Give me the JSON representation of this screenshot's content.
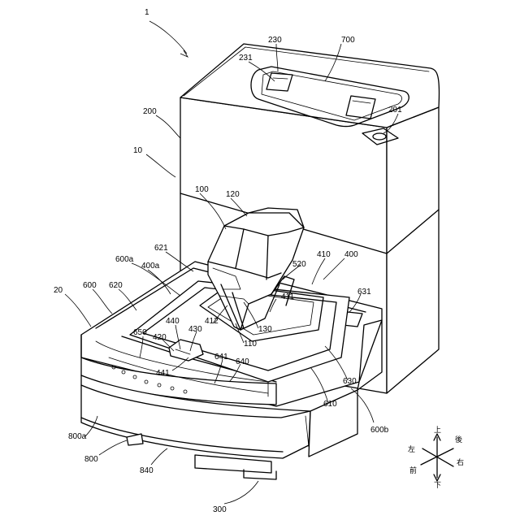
{
  "labels": {
    "l1": "1",
    "l230": "230",
    "l700": "700",
    "l231": "231",
    "l200": "200",
    "l201": "201",
    "l10": "10",
    "l100": "100",
    "l120": "120",
    "l621": "621",
    "l600a": "600a",
    "l400a": "400a",
    "l520": "520",
    "l410": "410",
    "l400": "400",
    "l20": "20",
    "l600": "600",
    "l620": "620",
    "l411": "411",
    "l631": "631",
    "l440": "440",
    "l412": "412",
    "l430": "430",
    "l130": "130",
    "l650": "650",
    "l420": "420",
    "l110": "110",
    "l641": "641",
    "l640": "640",
    "l441": "441",
    "l630": "630",
    "l610": "610",
    "l800a": "800a",
    "l600b": "600b",
    "l800": "800",
    "l840": "840",
    "l300": "300"
  },
  "directions": {
    "up": "上",
    "back": "後",
    "left": "左",
    "right": "右",
    "front": "前",
    "down": "下"
  }
}
